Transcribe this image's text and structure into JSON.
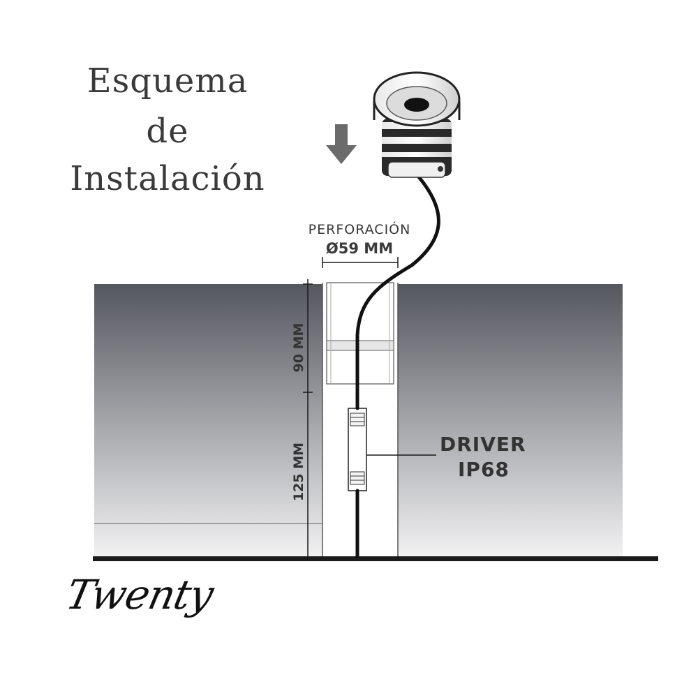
{
  "title": {
    "line1": "Esquema",
    "line2": "de",
    "line3": "Instalación"
  },
  "labels": {
    "perforacion": "PERFORACIÓN",
    "diametro": "Ø59 MM",
    "depth_upper": "90 MM",
    "depth_lower": "125 MM",
    "driver_line1": "DRIVER",
    "driver_line2": "IP68"
  },
  "brand": "Twenty",
  "colors": {
    "ground_top": "#55575f",
    "ground_bottom": "#f2f2f3",
    "line": "#1a1a1a",
    "text": "#3a3a3a"
  },
  "icons": [
    "down-arrow-icon",
    "light-fixture-icon"
  ]
}
